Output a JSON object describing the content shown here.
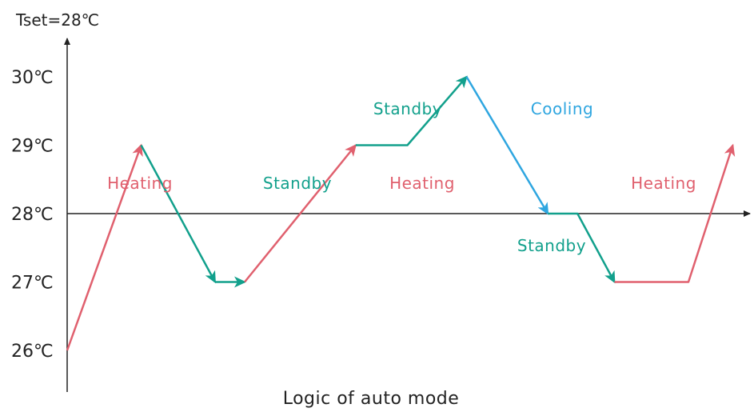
{
  "chart_data": {
    "type": "line",
    "title": "Tset=28℃",
    "xlabel": "Logic of auto mode",
    "ylabel": "",
    "ylim": [
      26,
      30
    ],
    "y_ticks": [
      {
        "value": 30,
        "label": "30℃"
      },
      {
        "value": 29,
        "label": "29℃"
      },
      {
        "value": 28,
        "label": "28℃"
      },
      {
        "value": 27,
        "label": "27℃"
      },
      {
        "value": 26,
        "label": "26℃"
      }
    ],
    "reference_line": 28,
    "grid": false,
    "legend": "none",
    "colors": {
      "Heating": "#e0606e",
      "Standby": "#12a08c",
      "Cooling": "#2fa6e0",
      "axis": "#222222"
    },
    "segments": [
      {
        "state": "Heating",
        "label": "Heating",
        "points": [
          [
            0,
            26
          ],
          [
            1,
            29
          ]
        ]
      },
      {
        "state": "Standby",
        "label": "Standby",
        "points": [
          [
            1,
            29
          ],
          [
            2,
            27
          ]
        ]
      },
      {
        "state": "Standby",
        "label": "",
        "points": [
          [
            2,
            27
          ],
          [
            2.4,
            27
          ]
        ]
      },
      {
        "state": "Heating",
        "label": "Heating",
        "points": [
          [
            2.4,
            27
          ],
          [
            3.9,
            29
          ]
        ]
      },
      {
        "state": "Standby",
        "label": "Standby",
        "points": [
          [
            3.9,
            29
          ],
          [
            4.6,
            29
          ],
          [
            5.4,
            30
          ]
        ]
      },
      {
        "state": "Cooling",
        "label": "Cooling",
        "points": [
          [
            5.4,
            30
          ],
          [
            6.5,
            28
          ]
        ]
      },
      {
        "state": "Standby",
        "label": "Standby",
        "points": [
          [
            6.5,
            28
          ],
          [
            6.9,
            28
          ],
          [
            7.4,
            27
          ]
        ]
      },
      {
        "state": "Heating",
        "label": "Heating",
        "points": [
          [
            7.4,
            27
          ],
          [
            8.4,
            27
          ],
          [
            9.0,
            29
          ]
        ]
      }
    ]
  }
}
